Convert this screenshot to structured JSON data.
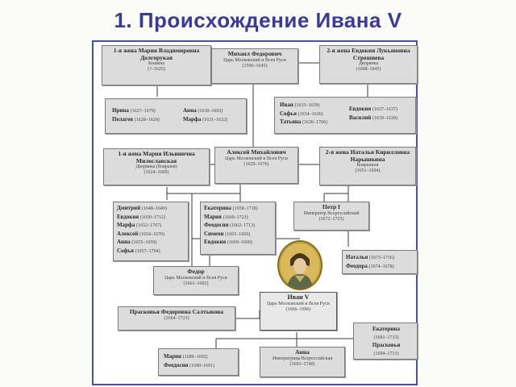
{
  "title": "1. Происхождение Ивана V",
  "boxes": {
    "wife1": {
      "h": "1-я жена Мария Владимировна Долгорукая",
      "s1": "Княжна",
      "s2": "(?–1625)"
    },
    "mikhail": {
      "h": "Михаил Федорович",
      "s1": "Царь Московский и Всея Руси",
      "s2": "(1596–1645)"
    },
    "wife2": {
      "h": "2-я жена Евдокия Лукьяновна Стрешнева",
      "s1": "Дворянка",
      "s2": "(1608–1645)"
    },
    "wife_al1": {
      "h": "1-я жена Мария Ильинична Милославская",
      "s1": "Дворянка (боярыня)",
      "s2": "(1624–1669)"
    },
    "alexey": {
      "h": "Алексей Михайлович",
      "s1": "Царь Московский и Всея Руси",
      "s2": "(1629–1676)"
    },
    "wife_al2": {
      "h": "2-я жена Наталья Кирилловна Нарышкина",
      "s1": "Боярышня",
      "s2": "(1651–1694)"
    },
    "peter": {
      "h": "Петр I",
      "s1": "Император Всероссийский",
      "s2": "(1672–1725)"
    },
    "fedor": {
      "h": "Федор",
      "s1": "Царь Московский и Всея Руси",
      "s2": "(1661–1682)"
    },
    "praskovya": {
      "h": "Прасковья Федоровна Салтыкова",
      "s1": "(1664–1723)"
    },
    "ivan": {
      "h": "Иван V",
      "s1": "Царь Московский и Всея Руси",
      "s2": "(1666–1696)"
    },
    "anna": {
      "h": "Анна",
      "s1": "Императрица Всероссийская",
      "s2": "(1693–1740)"
    }
  },
  "lists": {
    "sisters_left": [
      {
        "name": "Ирина",
        "dates": "(1627–1679)"
      },
      {
        "name": "Пелагея",
        "dates": "(1628–1629)"
      }
    ],
    "sisters_right": [
      {
        "name": "Анна",
        "dates": "(1630–1692)"
      },
      {
        "name": "Марфа",
        "dates": "(1631–1632)"
      }
    ],
    "brothers_left": [
      {
        "name": "Иван",
        "dates": "(1633–1639)"
      },
      {
        "name": "Софья",
        "dates": "(1634–1636)"
      },
      {
        "name": "Татьяна",
        "dates": "(1636–1706)"
      }
    ],
    "brothers_right": [
      {
        "name": "Евдокия",
        "dates": "(1637–1637)"
      },
      {
        "name": "Василий",
        "dates": "(1639–1639)"
      }
    ],
    "siblings1": [
      {
        "name": "Дмитрий",
        "dates": "(1648–1649)"
      },
      {
        "name": "Евдокия",
        "dates": "(1650–1712)"
      },
      {
        "name": "Марфа",
        "dates": "(1652–1707)"
      },
      {
        "name": "Алексей",
        "dates": "(1654–1670)"
      },
      {
        "name": "Анна",
        "dates": "(1655–1659)"
      },
      {
        "name": "Софья",
        "dates": "(1657–1704)"
      }
    ],
    "siblings2": [
      {
        "name": "Екатерина",
        "dates": "(1658–1718)"
      },
      {
        "name": "Мария",
        "dates": "(1660–1723)"
      },
      {
        "name": "Феодосия",
        "dates": "(1662–1713)"
      },
      {
        "name": "Симеон",
        "dates": "(1665–1669)"
      },
      {
        "name": "Евдокия",
        "dates": "(1669–1669)"
      }
    ],
    "peter_sisters": [
      {
        "name": "Наталья",
        "dates": "(1673–1716)"
      },
      {
        "name": "Феодора",
        "dates": "(1674–1678)"
      }
    ],
    "daughters_right": [
      {
        "name": "Екатерина",
        "dates": "(1691–1733)"
      },
      {
        "name": "Прасковья",
        "dates": "(1694–1731)"
      }
    ],
    "daughters_left": [
      {
        "name": "Мария",
        "dates": "(1689–1692)"
      },
      {
        "name": "Феодосия",
        "dates": "(1690–1691)"
      }
    ]
  },
  "colors": {
    "title": "#3a3a9c",
    "frame": "#4a4fa8",
    "box": "#dcdcdc"
  }
}
